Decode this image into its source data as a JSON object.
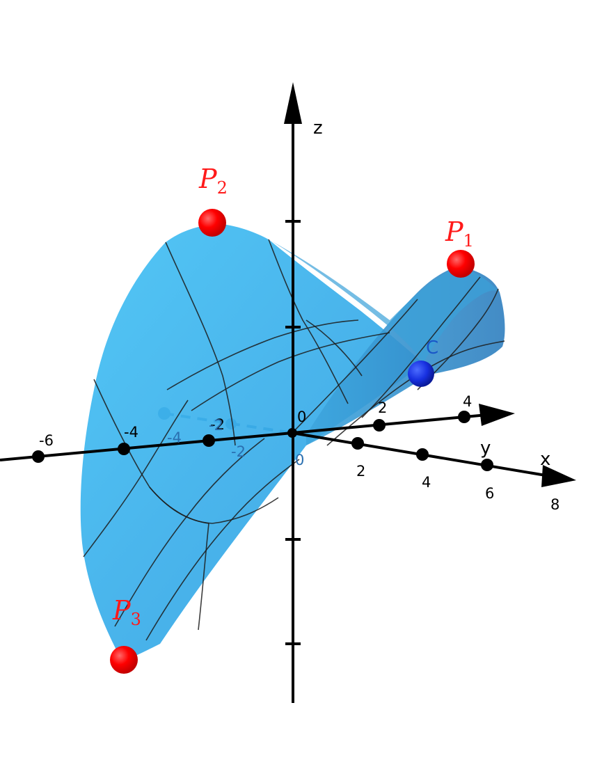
{
  "axes": {
    "x_label": "x",
    "y_label": "y",
    "z_label": "z",
    "x_ticks": [
      "2",
      "4",
      "6",
      "8"
    ],
    "y_ticks": [
      "-6",
      "-4",
      "-2",
      "2",
      "4"
    ],
    "origin_label": "0",
    "hidden_ticks": [
      "-2",
      "-4",
      "-2",
      "0"
    ]
  },
  "points": {
    "p1": {
      "letter": "P",
      "sub": "1"
    },
    "p2": {
      "letter": "P",
      "sub": "2"
    },
    "p3": {
      "letter": "P",
      "sub": "3"
    },
    "c": {
      "label": "C"
    }
  },
  "colors": {
    "surface": "#3bb6ee",
    "surface_dark": "#2a86c8",
    "points": "#ff0000",
    "point_c": "#1a3fd6",
    "axis": "#000000",
    "grid_lines": "#1a1a1a"
  }
}
